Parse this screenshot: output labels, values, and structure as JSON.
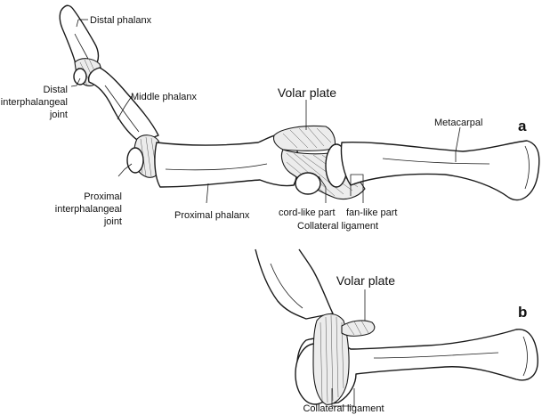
{
  "panels": {
    "a": "a",
    "b": "b"
  },
  "labels": {
    "distal_phalanx": "Distal phalanx",
    "distal_ip_joint_1": "Distal",
    "distal_ip_joint_2": "interphalangeal",
    "distal_ip_joint_3": "joint",
    "middle_phalanx": "Middle phalanx",
    "volar_plate_a": "Volar plate",
    "metacarpal": "Metacarpal",
    "proximal_ip_joint_1": "Proximal",
    "proximal_ip_joint_2": "interphalangeal",
    "proximal_ip_joint_3": "joint",
    "proximal_phalanx": "Proximal phalanx",
    "cord_like_part": "cord-like part",
    "fan_like_part": "fan-like part",
    "collateral_ligament_a": "Collateral ligament",
    "volar_plate_b": "Volar plate",
    "collateral_ligament_b": "Collateral ligament"
  }
}
